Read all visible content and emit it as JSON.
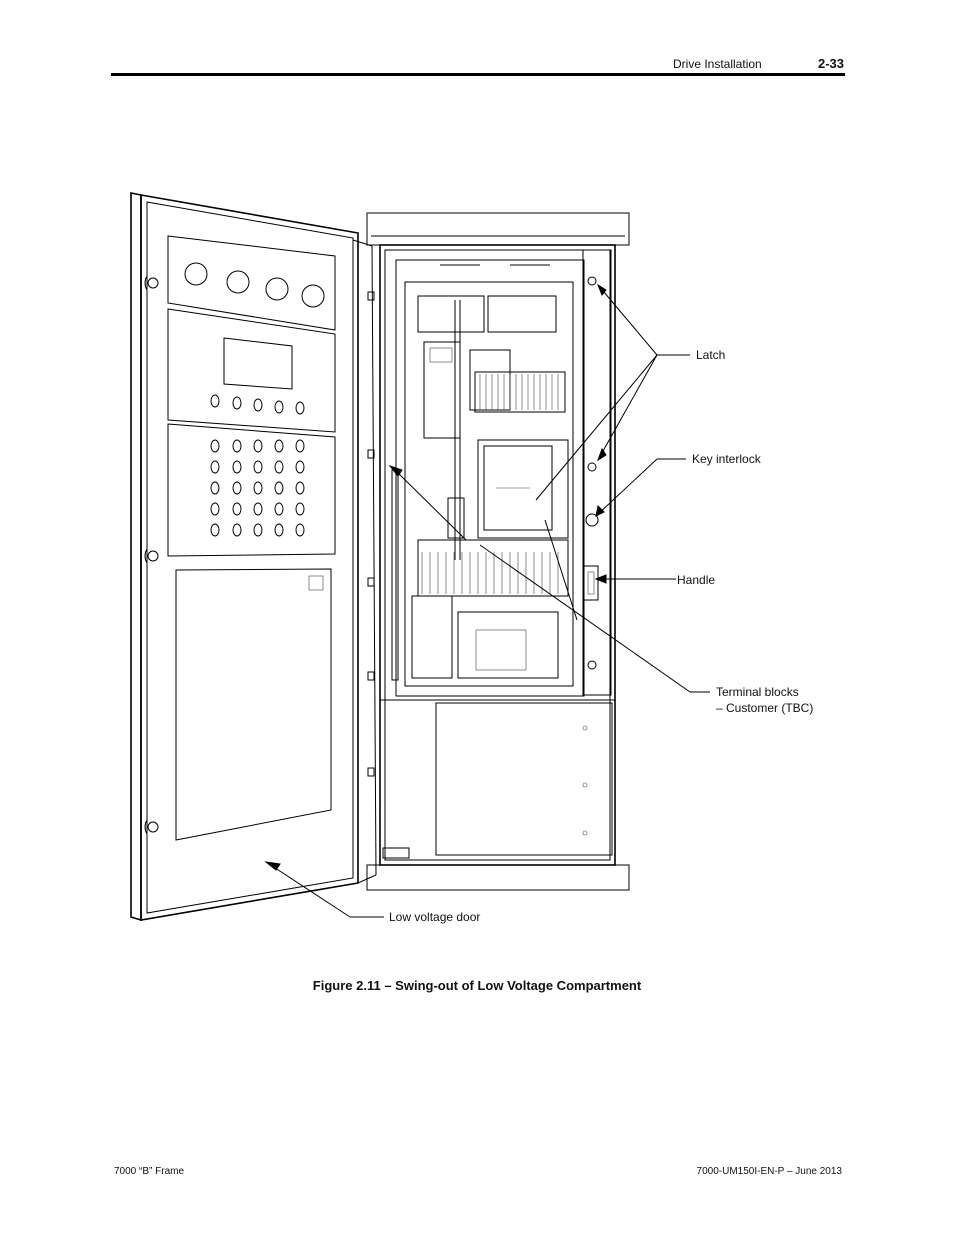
{
  "header": {
    "section": "Drive Installation",
    "page": "2-33"
  },
  "callouts": {
    "latch": "Latch",
    "key_interlock": "Key interlock",
    "handle": "Handle",
    "terminal_blocks_line1": "Terminal blocks",
    "terminal_blocks_line2": "– Customer (TBC)",
    "low_voltage_door": "Low voltage door"
  },
  "caption": "Figure 2.11 – Swing-out of Low Voltage Compartment",
  "footer": {
    "left": "7000 “B” Frame",
    "right": "7000-UM150I-EN-P – June 2013"
  }
}
